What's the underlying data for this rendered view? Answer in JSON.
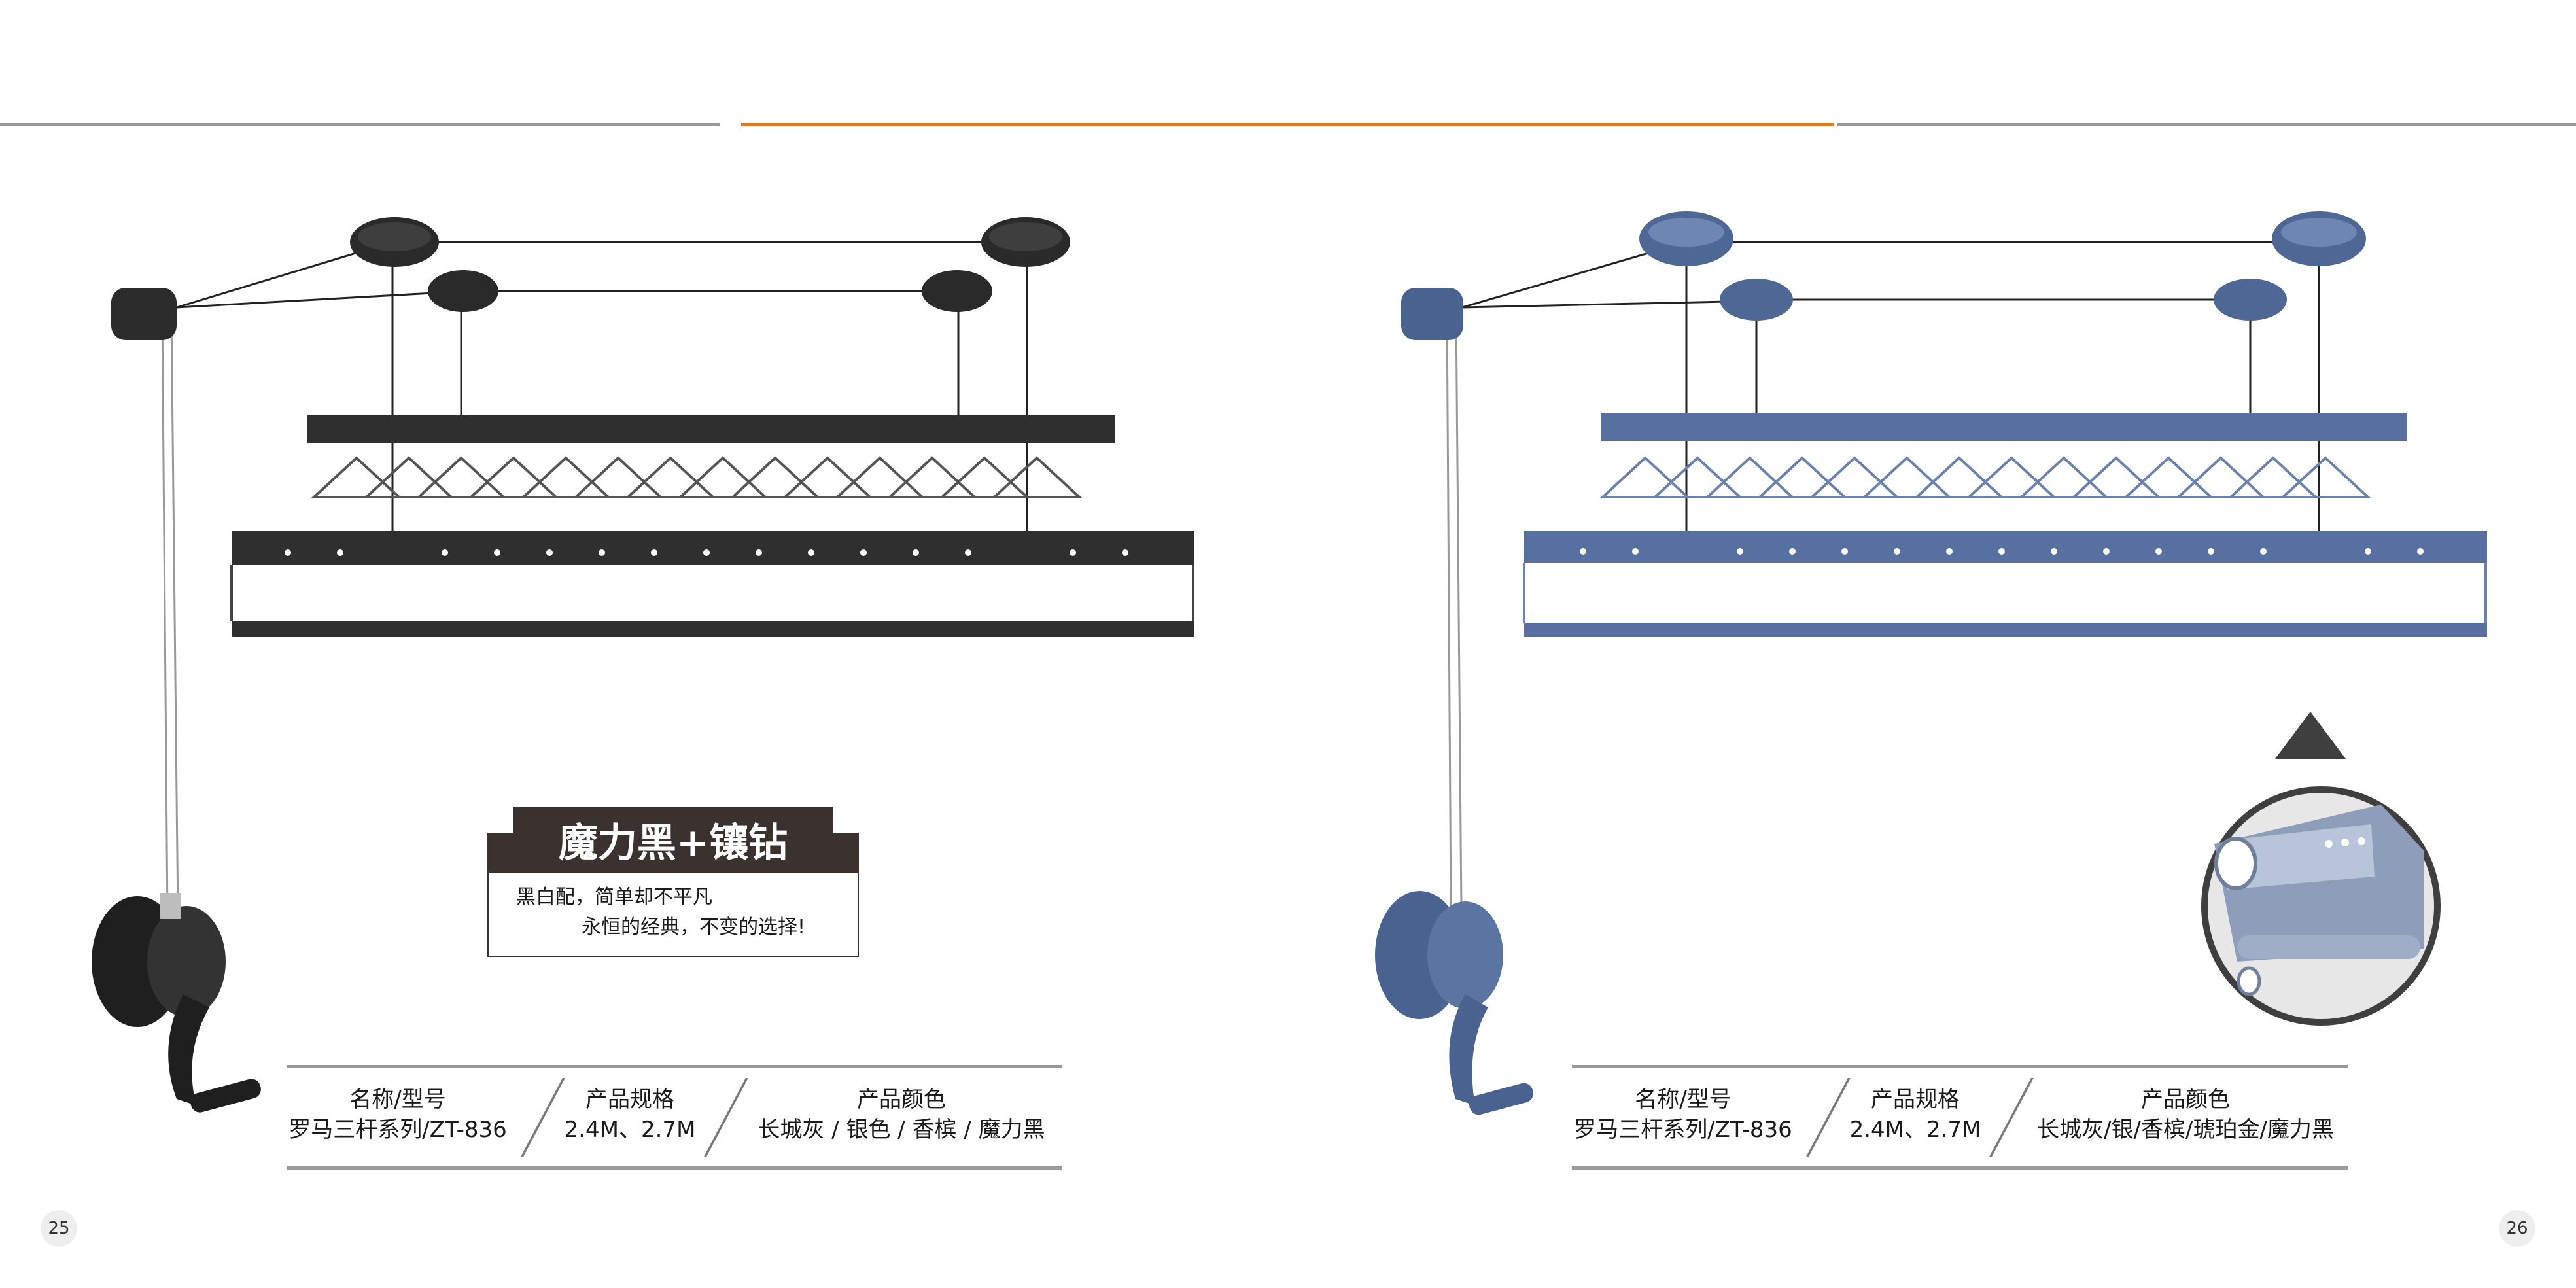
{
  "pages": {
    "left": {
      "page_number": "25",
      "product_color": "#3b3b3b",
      "badge": {
        "title": "魔力黑+镶钻",
        "line1": "黑白配，简单却不平凡",
        "line2": "永恒的经典，不变的选择!"
      },
      "spec": {
        "name_label": "名称/型号",
        "name_value": "罗马三杆系列/ZT-836",
        "size_label": "产品规格",
        "size_value": "2.4M、2.7M",
        "color_label": "产品颜色",
        "color_value": "长城灰 / 银色 / 香槟 / 魔力黑"
      }
    },
    "right": {
      "page_number": "26",
      "product_color": "#5b75a3",
      "spec": {
        "name_label": "名称/型号",
        "name_value": "罗马三杆系列/ZT-836",
        "size_label": "产品规格",
        "size_value": "2.4M、2.7M",
        "color_label": "产品颜色",
        "color_value": "长城灰/银/香槟/琥珀金/魔力黑"
      }
    }
  },
  "colors": {
    "accent_orange": "#e07a2a",
    "rule_gray": "#9a9a9a",
    "badge_dark": "#3b3230"
  }
}
